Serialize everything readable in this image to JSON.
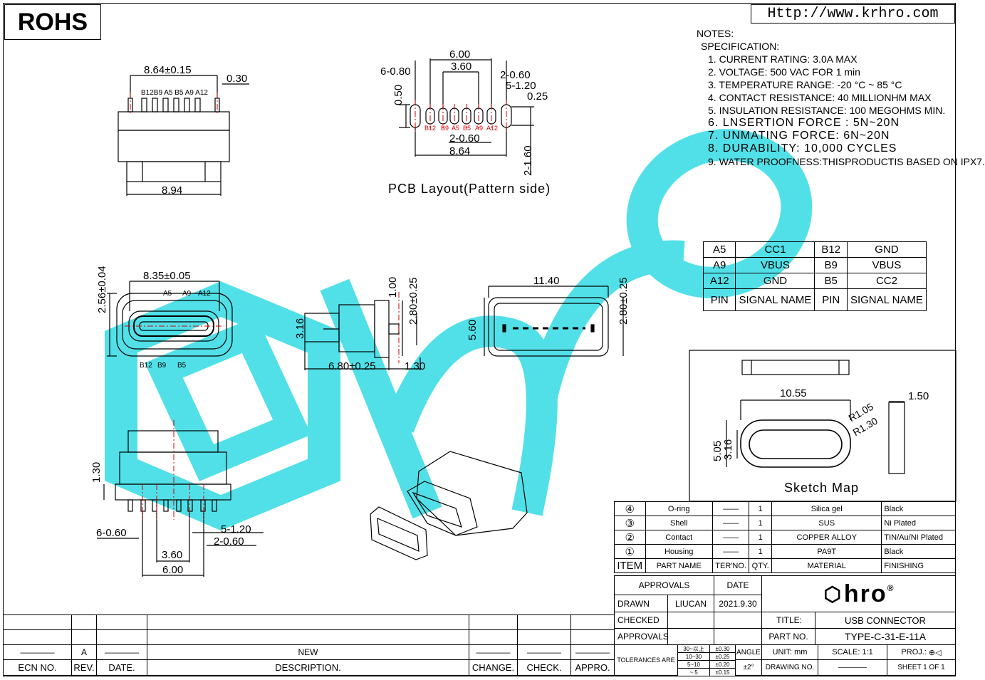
{
  "header": {
    "rohs": "ROHS",
    "url": "Http://www.krhro.com"
  },
  "notes": {
    "heading": "NOTES:",
    "spec": "SPECIFICATION:",
    "items": [
      "1. CURRENT RATING: 3.0A MAX",
      "2. VOLTAGE: 500 VAC FOR 1 min",
      "3. TEMPERATURE RANGE: -20 °C ~ 85 °C",
      "4. CONTACT RESISTANCE: 40 MILLIONHM MAX",
      "5. INSULATION RESISTANCE: 100 MEGOHMS MIN.",
      "6. LNSERTION FORCE : 5N~20N",
      "7. UNMATING FORCE: 6N~20N",
      "8. DURABILITY: 10,000 CYCLES",
      "9. WATER PROOFNESS:THISPRODUCTIS BASED ON IPX7."
    ]
  },
  "pin_table": {
    "rows": [
      [
        "A5",
        "CC1",
        "B12",
        "GND"
      ],
      [
        "A9",
        "VBUS",
        "B9",
        "VBUS"
      ],
      [
        "A12",
        "GND",
        "B5",
        "CC2"
      ]
    ],
    "header": [
      "PIN",
      "SIGNAL NAME",
      "PIN",
      "SIGNAL NAME"
    ]
  },
  "top_view": {
    "width_top": "8.64±0.15",
    "pin_width": "0.30",
    "pins": "B12B9 A5 B5 A9 A12",
    "width_bottom": "8.94"
  },
  "pcb": {
    "d_600": "6.00",
    "d_360": "3.60",
    "d_6_080": "6-0.80",
    "d_2_060": "2-0.60",
    "d_5_120": "5-1.20",
    "d_050": "0.50",
    "d_025": "0.25",
    "d_2_060b": "2-0.60",
    "d_864": "8.64",
    "d_2_160": "2-1.60",
    "pad_labels": [
      "B12",
      "B9",
      "A5",
      "B5",
      "A9",
      "A12"
    ],
    "caption": "PCB Layout(Pattern side)"
  },
  "front_view": {
    "width": "8.35±0.05",
    "height": "2.56±0.04",
    "top_pins": [
      "A5",
      "A9",
      "A12"
    ],
    "bottom_pins": [
      "B12",
      "B9",
      "B5"
    ]
  },
  "side_view": {
    "h1": "3.16",
    "w1": "1.00",
    "h2": "2.80±0.25",
    "l1": "6.80±0.25",
    "l2": "1.30"
  },
  "rear_view": {
    "width": "11.40",
    "height": "5.60",
    "h2": "2.80±0.25"
  },
  "sketch": {
    "w": "10.55",
    "r1": "R1.05",
    "r2": "R1.30",
    "t": "1.50",
    "h1": "5.05",
    "h2": "3.16",
    "caption": "Sketch Map"
  },
  "bottom_view": {
    "h": "1.30",
    "d_6_060": "6-0.60",
    "d_5_120": "5-1.20",
    "d_2_060": "2-0.60",
    "d_360": "3.60",
    "d_600": "6.00"
  },
  "bom": {
    "rows": [
      [
        "④",
        "O-ring",
        "——",
        "1",
        "Silica gel",
        "Black"
      ],
      [
        "③",
        "Shell",
        "——",
        "1",
        "SUS",
        "Ni Plated"
      ],
      [
        "②",
        "Contact",
        "——",
        "1",
        "COPPER ALLOY",
        "TIN/Au/NI Plated"
      ],
      [
        "①",
        "Housing",
        "——",
        "1",
        "PA9T",
        "Black"
      ]
    ],
    "header": [
      "ITEM",
      "PART NAME",
      "TER'NO.",
      "QTY.",
      "MATERIAL",
      "FINISHING"
    ]
  },
  "title_block": {
    "approvals": "APPROVALS",
    "date": "DATE",
    "drawn": "DRAWN",
    "drawn_by": "LIUCAN",
    "drawn_date": "2021.9.30",
    "checked": "CHECKED",
    "approvals2": "APPROVALS",
    "title_label": "TITLE:",
    "title": "USB CONNECTOR",
    "part_label": "PART NO.",
    "part": "TYPE-C-31-E-11A",
    "tolerances": "TOLERANCES ARE",
    "tol_ranges": [
      "30~以上",
      "10~30",
      "5~10",
      "~ 5"
    ],
    "tol_values": [
      "±0.30",
      "±0.25",
      "±0.20",
      "±0.15"
    ],
    "angle": "ANGLE",
    "angle_val": "±2°",
    "unit": "UNIT: mm",
    "scale": "SCALE:   1:1",
    "proj": "PROJ.:",
    "drawing_no": "DRAWING NO.",
    "drawing_no_val": "————",
    "sheet": "SHEET  1  OF  1",
    "logo": "hro"
  },
  "revision": {
    "row": [
      "————",
      "A",
      "————",
      "NEW",
      "————",
      "————",
      "————"
    ],
    "header": [
      "ECN NO.",
      "REV.",
      "DATE.",
      "DESCRIPTION.",
      "CHANGE.",
      "CHECK.",
      "APPRO."
    ]
  },
  "colors": {
    "watermark": "#22d4e0",
    "centerline": "#d00000"
  }
}
